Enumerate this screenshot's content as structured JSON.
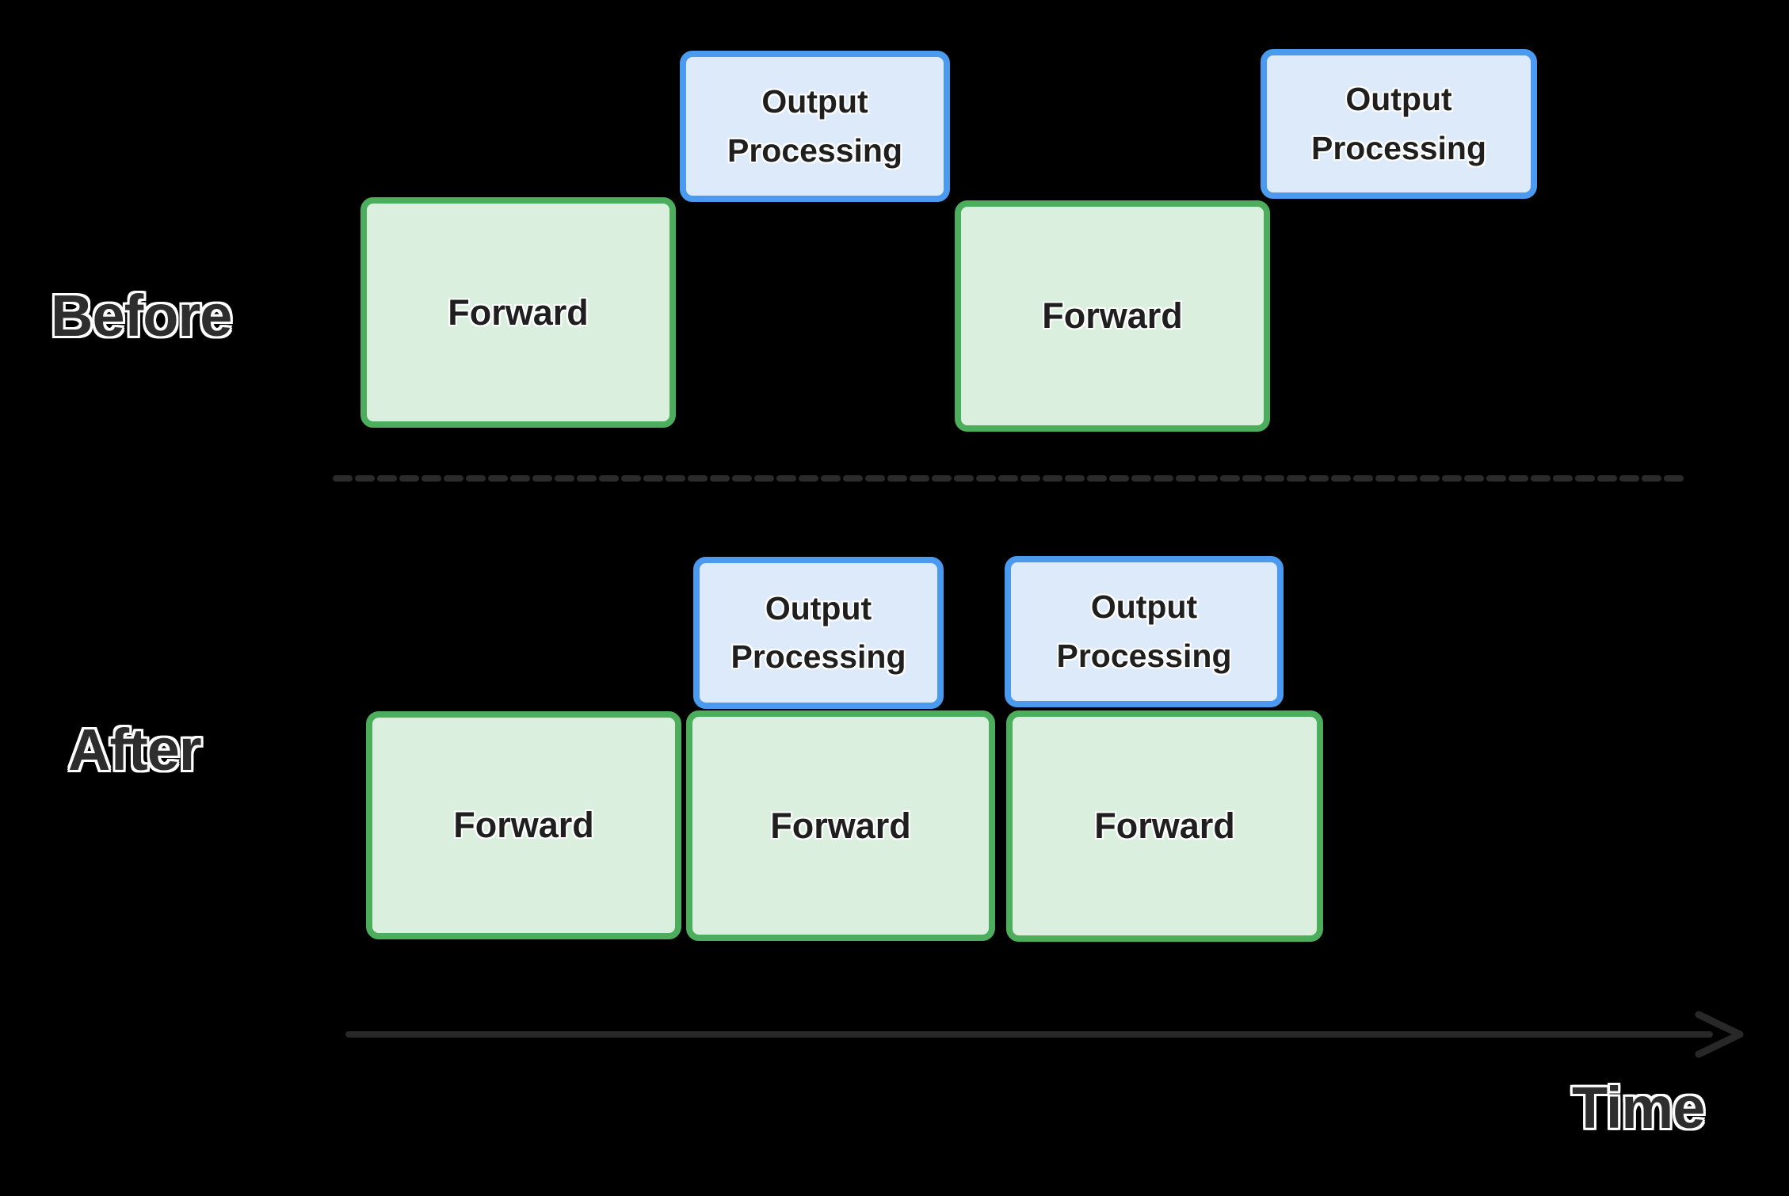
{
  "diagram": {
    "kind": "pipeline-timing-diagram"
  },
  "labels": {
    "before": "Before",
    "after": "After",
    "forward": "Forward",
    "output_processing": "Output Processing"
  },
  "sections": {
    "before": {
      "label": "Before",
      "boxes": [
        {
          "type": "forward",
          "label": "Forward"
        },
        {
          "type": "output-processing",
          "label": "Output Processing"
        },
        {
          "type": "forward",
          "label": "Forward"
        },
        {
          "type": "output-processing",
          "label": "Output Processing"
        }
      ]
    },
    "after": {
      "label": "After",
      "boxes": [
        {
          "type": "forward",
          "label": "Forward"
        },
        {
          "type": "output-processing",
          "label": "Output Processing"
        },
        {
          "type": "forward",
          "label": "Forward"
        },
        {
          "type": "output-processing",
          "label": "Output Processing"
        },
        {
          "type": "forward",
          "label": "Forward"
        }
      ]
    }
  },
  "axis": {
    "label": "Time",
    "direction": "right"
  },
  "colors": {
    "background": "#000000",
    "forward_box_fill": "#daefdd",
    "forward_box_border": "#4cae5c",
    "output_box_fill": "#ddeafa",
    "output_box_border": "#4a9bf0",
    "divider_line": "#2b2b2b",
    "time_axis": "#282828",
    "section_label_fill": "#2e2e2e",
    "section_label_outline": "#ffffff",
    "box_text": "#1f1f1f"
  }
}
